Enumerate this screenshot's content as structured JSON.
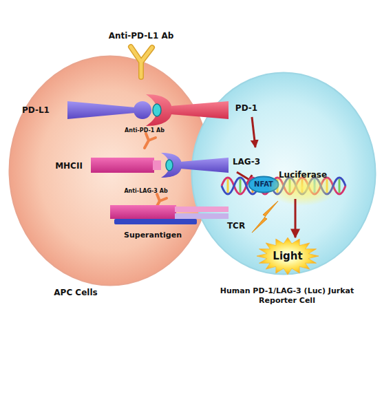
{
  "diagram": {
    "nodes": [
      {
        "text": [
          "APC Cells"
        ]
      },
      {
        "text": [
          "Human PD-1/LAG-3 (Luc) Jurkat Reporter Cell"
        ]
      },
      {
        "text": [
          "NFAT"
        ],
        "in": 1
      },
      {
        "text": [
          "Luciferase"
        ],
        "in": 1
      },
      {
        "text": [
          "Light"
        ],
        "in": 1
      }
    ],
    "edges": [
      {
        "from": 3,
        "to": 4,
        "arrow": "to"
      }
    ],
    "labels": [
      "Anti-PD-L1 Ab",
      "PD-L1",
      "PD-1",
      "Anti-PD-1 Ab",
      "MHCII",
      "LAG-3",
      "Anti-LAG-3 Ab",
      "TCR",
      "Superantigen"
    ]
  }
}
